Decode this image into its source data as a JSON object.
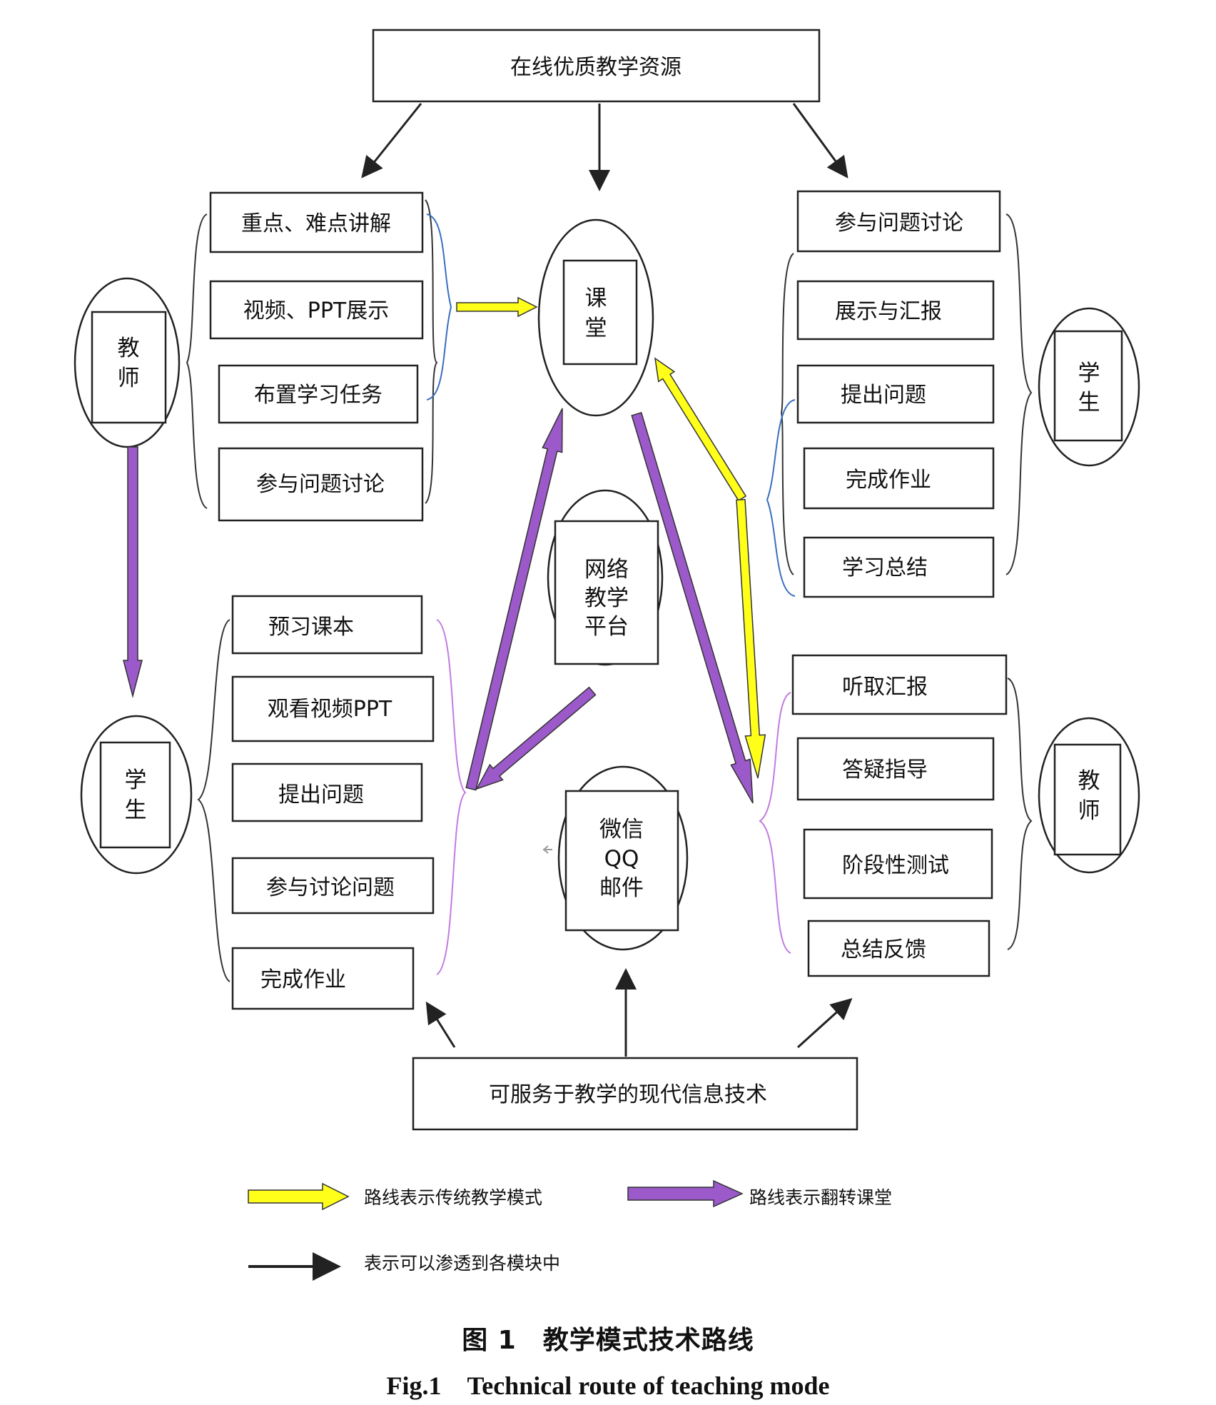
{
  "colors": {
    "traditional_route": "#ffff1a",
    "flipped_route": "#9b59c9",
    "brace_blue": "#3a6fc0",
    "brace_pink": "#c27be0"
  },
  "top_resource": "在线优质教学资源",
  "bottom_tech": "可服务于教学的现代信息技术",
  "classroom": [
    "课",
    "堂"
  ],
  "network_platform": [
    "网络",
    "教学",
    "平台"
  ],
  "messaging": [
    "微信",
    "QQ",
    "邮件"
  ],
  "teacher_top_left": [
    "教",
    "师"
  ],
  "student_bottom_left": [
    "学",
    "生"
  ],
  "student_top_right": [
    "学",
    "生"
  ],
  "teacher_bottom_right": [
    "教",
    "师"
  ],
  "teacher_classroom_tasks": [
    "重点、难点讲解",
    "视频、PPT展示",
    "布置学习任务",
    "参与问题讨论"
  ],
  "student_self_study": [
    "预习课本",
    "观看视频PPT",
    "提出问题",
    "参与讨论问题",
    "完成作业"
  ],
  "student_classroom_tasks": [
    "参与问题讨论",
    "展示与汇报",
    "提出问题",
    "完成作业",
    "学习总结"
  ],
  "teacher_feedback_tasks": [
    "听取汇报",
    "答疑指导",
    "阶段性测试",
    "总结反馈"
  ],
  "legend": {
    "traditional": "路线表示传统教学模式",
    "flipped": "路线表示翻转课堂",
    "penetrate": "表示可以渗透到各模块中"
  },
  "caption": {
    "cn": "图 1　教学模式技术路线",
    "en": "Fig.1　Technical route of teaching mode"
  }
}
